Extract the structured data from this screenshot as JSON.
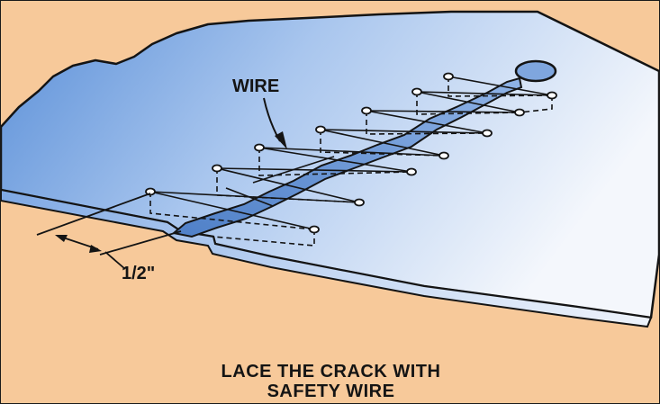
{
  "labels": {
    "wire": "WIRE",
    "dimension": "1/2\""
  },
  "caption": {
    "line1": "LACE THE CRACK WITH",
    "line2": "SAFETY WIRE"
  },
  "colors": {
    "background": "#f7c99a",
    "sheet_light": "#f2f6fc",
    "sheet_dark": "#5b8fd8",
    "line": "#141414"
  }
}
